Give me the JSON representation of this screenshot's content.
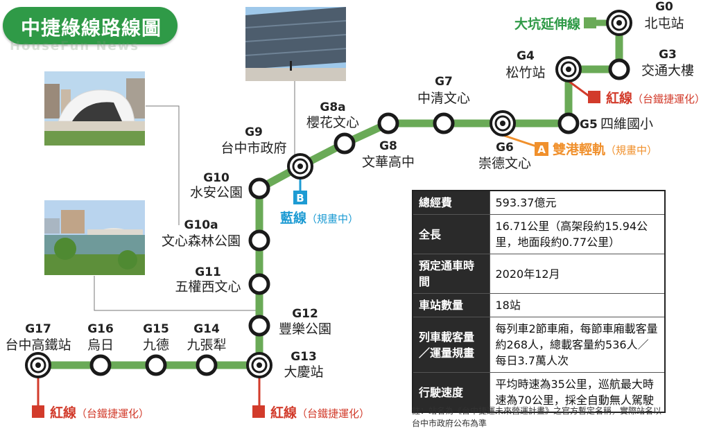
{
  "title": "中捷綠線路線圖",
  "watermark": "HouseFun News",
  "colors": {
    "green_line": "#6aaa57",
    "title_green": "#2f9a47",
    "red_line": "#d23b2b",
    "blue_line": "#1d9bd3",
    "orange_line": "#f0902c",
    "station_fill": "#ffffff",
    "station_stroke": "#1a1a1a"
  },
  "stations": [
    {
      "code": "G0",
      "name": "北屯站",
      "type": "terminal"
    },
    {
      "code": "G3",
      "name": "交通大樓",
      "type": "normal"
    },
    {
      "code": "G4",
      "name": "松竹站",
      "type": "transfer"
    },
    {
      "code": "G5",
      "name": "四維國小",
      "type": "normal"
    },
    {
      "code": "G6",
      "name": "崇德文心",
      "type": "transfer"
    },
    {
      "code": "G7",
      "name": "中清文心",
      "type": "normal"
    },
    {
      "code": "G8",
      "name": "文華高中",
      "type": "normal"
    },
    {
      "code": "G8a",
      "name": "櫻花文心",
      "type": "normal"
    },
    {
      "code": "G9",
      "name": "台中市政府",
      "type": "transfer"
    },
    {
      "code": "G10",
      "name": "水安公園",
      "type": "normal"
    },
    {
      "code": "G10a",
      "name": "文心森林公園",
      "type": "normal"
    },
    {
      "code": "G11",
      "name": "五權西文心",
      "type": "normal"
    },
    {
      "code": "G12",
      "name": "豐樂公園",
      "type": "normal"
    },
    {
      "code": "G13",
      "name": "大慶站",
      "type": "transfer"
    },
    {
      "code": "G14",
      "name": "九張犁",
      "type": "normal"
    },
    {
      "code": "G15",
      "name": "九德",
      "type": "normal"
    },
    {
      "code": "G16",
      "name": "烏日",
      "type": "normal"
    },
    {
      "code": "G17",
      "name": "台中高鐵站",
      "type": "terminal"
    }
  ],
  "extension": {
    "label": "大坑延伸線"
  },
  "connections": [
    {
      "id": "red-g4",
      "line": "紅線",
      "note": "（台鐵捷運化）",
      "color_key": "red_line"
    },
    {
      "id": "orange-g6",
      "badge": "A",
      "line": "雙港輕軌",
      "note": "（規畫中）",
      "color_key": "orange_line"
    },
    {
      "id": "blue-g9",
      "badge": "B",
      "line": "藍線",
      "note": "（規畫中）",
      "color_key": "blue_line"
    },
    {
      "id": "red-g13",
      "line": "紅線",
      "note": "（台鐵捷運化）",
      "color_key": "red_line"
    },
    {
      "id": "red-g17",
      "line": "紅線",
      "note": "（台鐵捷運化）",
      "color_key": "red_line"
    }
  ],
  "spec_table": [
    {
      "key": "總經費",
      "value": "593.37億元"
    },
    {
      "key": "全長",
      "value": "16.71公里（高架段約15.94公里，地面段約0.77公里）"
    },
    {
      "key": "預定通車時間",
      "value": "2020年12月"
    },
    {
      "key": "車站數量",
      "value": "18站"
    },
    {
      "key": "列車載客量／運量規畫",
      "value": "每列車2節車廂，每節車廂載客量約268人，總載客量約536人／每日3.7萬人次"
    },
    {
      "key": "行駛速度",
      "value": "平均時速為35公里，巡航最大時速為70公里，採全自動無人駕駛"
    }
  ],
  "footnote": "註：站名為《台中捷運未來營運計畫》之官方暫定名稱，實際站名以台中市政府公布為準"
}
